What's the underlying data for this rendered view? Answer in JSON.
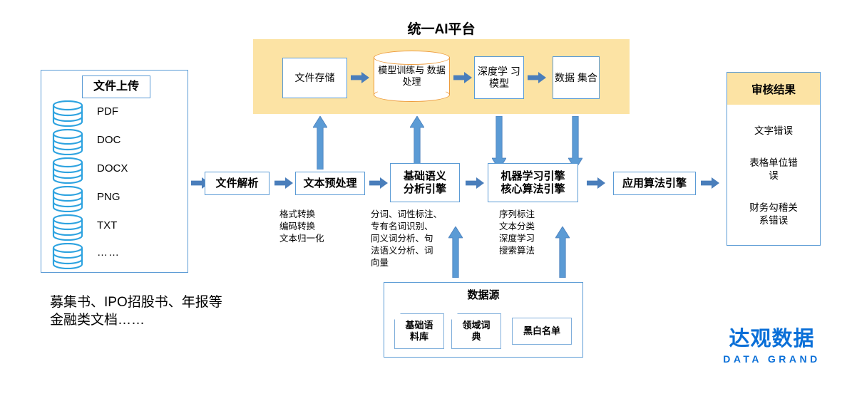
{
  "platform": {
    "title": "统一AI平台",
    "accent_bg": "#FCE3A4",
    "nodes": [
      {
        "label": "文件存储"
      },
      {
        "label": "模型训练与\n数据处理"
      },
      {
        "label": "深度学\n习模型"
      },
      {
        "label": "数据\n集合"
      }
    ]
  },
  "upload": {
    "header": "文件上传",
    "items": [
      "PDF",
      "DOC",
      "DOCX",
      "PNG",
      "TXT",
      "……"
    ],
    "caption": "募集书、IPO招股书、年报等\n金融类文档……"
  },
  "pipeline": {
    "steps": [
      {
        "label": "文件解析",
        "note": ""
      },
      {
        "label": "文本预处理",
        "note": "格式转换\n编码转换\n文本归一化"
      },
      {
        "label": "基础语义\n分析引擎",
        "note": "分词、词性标注、\n专有名词识别、\n同义词分析、句\n法语义分析、词\n向量"
      },
      {
        "label": "机器学习引擎\n核心算法引擎",
        "note": "序列标注\n文本分类\n深度学习\n搜索算法"
      },
      {
        "label": "应用算法引擎",
        "note": ""
      }
    ]
  },
  "audit": {
    "header": "审核结果",
    "items": [
      "文字错误",
      "表格单位错\n误",
      "财务勾稽关\n系错误"
    ]
  },
  "datasource": {
    "title": "数据源",
    "items": [
      "基础语\n料库",
      "领域词\n典",
      "黑白名单"
    ]
  },
  "logo": {
    "cn": "达观数据",
    "en": "DATA GRAND",
    "color": "#0A6FD8"
  },
  "icons": {
    "disc": "database-disc-icon",
    "arrow_right": "arrow-right-icon",
    "arrow_up": "arrow-up-icon",
    "arrow_down": "arrow-down-icon"
  }
}
